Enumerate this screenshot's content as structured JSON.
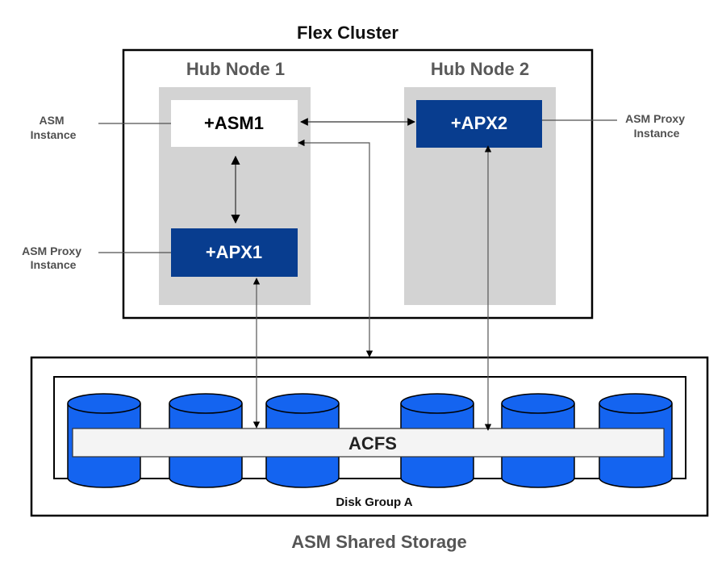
{
  "diagram": {
    "cluster_title": "Flex Cluster",
    "hub_nodes": [
      {
        "label": "Hub Node 1"
      },
      {
        "label": "Hub Node 2"
      }
    ],
    "instances": {
      "asm1": "+ASM1",
      "apx1": "+APX1",
      "apx2": "+APX2"
    },
    "callouts": {
      "asm_instance": [
        "ASM",
        "Instance"
      ],
      "asm_proxy_left": [
        "ASM Proxy",
        "Instance"
      ],
      "asm_proxy_right": [
        "ASM Proxy",
        "Instance"
      ]
    },
    "storage": {
      "acfs_label": "ACFS",
      "disk_group_label": "Disk Group A",
      "shared_storage_label": "ASM Shared Storage",
      "disk_count": 6
    },
    "colors": {
      "instance_blue": "#083d8f",
      "disk_blue": "#1464f0",
      "node_gray": "#d3d3d3",
      "label_gray": "#595959",
      "callout_gray": "#505050"
    }
  }
}
